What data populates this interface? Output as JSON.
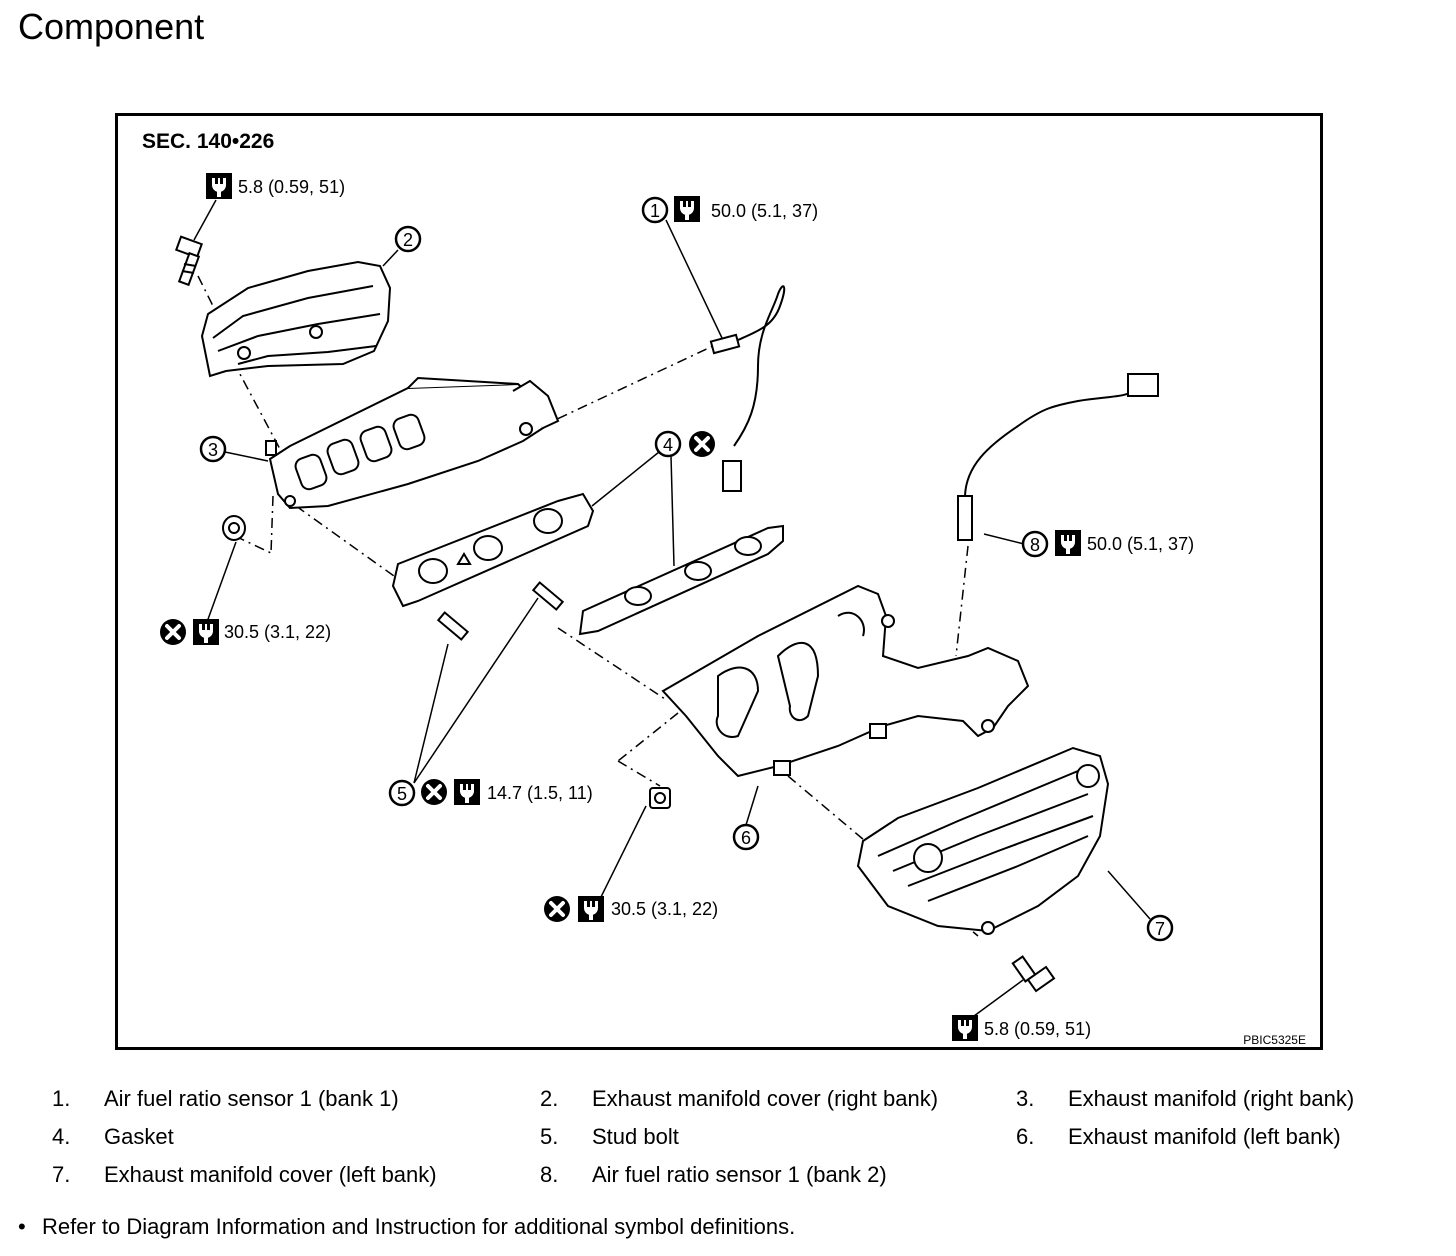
{
  "header": {
    "title": "Component"
  },
  "figure": {
    "section": "SEC. 140•226",
    "figure_code": "PBIC5325E",
    "callouts": [
      "1",
      "2",
      "3",
      "4",
      "5",
      "6",
      "7",
      "8"
    ],
    "torque": {
      "t_cover_r": "5.8 (0.59, 51)",
      "t_sensor1": "50.0 (5.1, 37)",
      "t_nut_r": "30.5 (3.1, 22)",
      "t_stud": "14.7 (1.5, 11)",
      "t_sensor2": "50.0 (5.1, 37)",
      "t_nut_l": "30.5 (3.1, 22)",
      "t_cover_l": "5.8 (0.59, 51)"
    },
    "icons": [
      "torque-wrench-icon",
      "do-not-reuse-icon"
    ]
  },
  "parts": [
    {
      "num": "1.",
      "label": "Air fuel ratio sensor 1 (bank 1)"
    },
    {
      "num": "2.",
      "label": "Exhaust manifold cover (right bank)"
    },
    {
      "num": "3.",
      "label": "Exhaust manifold (right bank)"
    },
    {
      "num": "4.",
      "label": "Gasket"
    },
    {
      "num": "5.",
      "label": "Stud bolt"
    },
    {
      "num": "6.",
      "label": "Exhaust manifold (left bank)"
    },
    {
      "num": "7.",
      "label": "Exhaust manifold cover (left bank)"
    },
    {
      "num": "8.",
      "label": "Air fuel ratio sensor 1 (bank 2)"
    }
  ],
  "note": {
    "bullet": "•",
    "text": "Refer to Diagram Information and Instruction for additional symbol definitions."
  }
}
